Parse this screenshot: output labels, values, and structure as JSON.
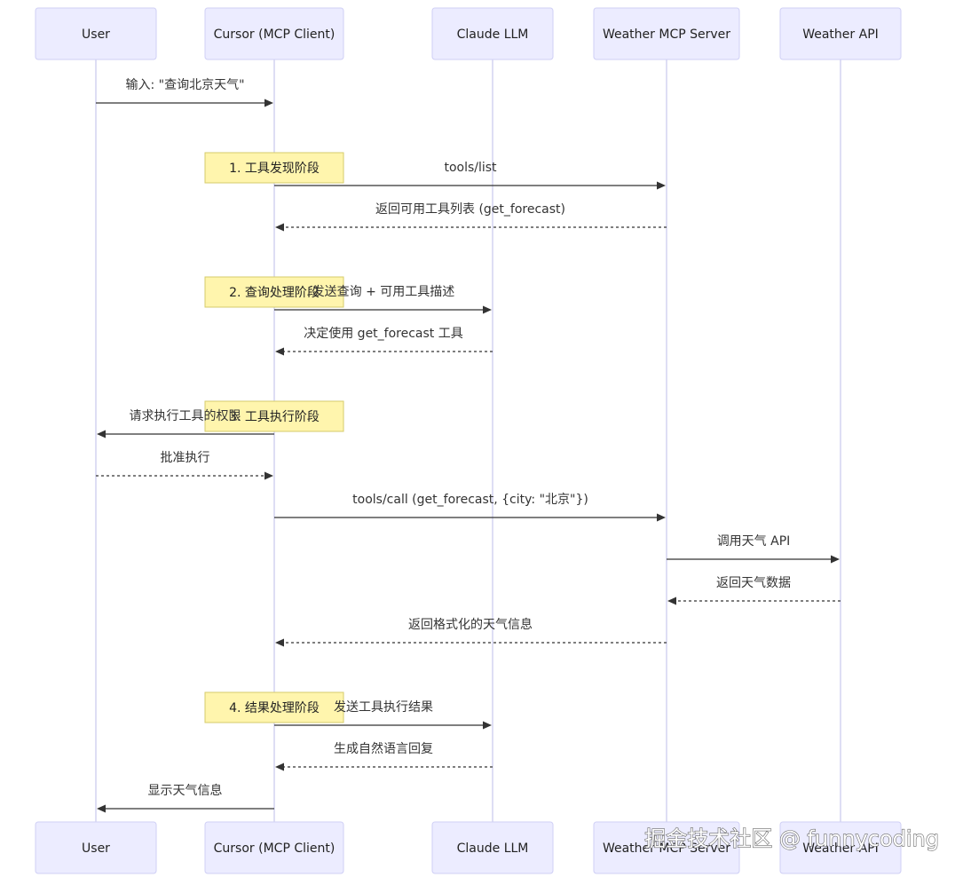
{
  "participants": [
    {
      "id": "user",
      "label": "User"
    },
    {
      "id": "cursor",
      "label": "Cursor (MCP Client)"
    },
    {
      "id": "claude",
      "label": "Claude LLM"
    },
    {
      "id": "server",
      "label": "Weather MCP Server"
    },
    {
      "id": "api",
      "label": "Weather API"
    }
  ],
  "sequence": [
    {
      "kind": "message",
      "from": "user",
      "to": "cursor",
      "style": "solid",
      "label": "输入: \"查询北京天气\""
    },
    {
      "kind": "note",
      "over": "cursor",
      "label": "1. 工具发现阶段"
    },
    {
      "kind": "message",
      "from": "cursor",
      "to": "server",
      "style": "solid",
      "label": "tools/list"
    },
    {
      "kind": "message",
      "from": "server",
      "to": "cursor",
      "style": "dashed",
      "label": "返回可用工具列表 (get_forecast)"
    },
    {
      "kind": "note",
      "over": "cursor",
      "label": "2. 查询处理阶段"
    },
    {
      "kind": "message",
      "from": "cursor",
      "to": "claude",
      "style": "solid",
      "label": "发送查询 + 可用工具描述"
    },
    {
      "kind": "message",
      "from": "claude",
      "to": "cursor",
      "style": "dashed",
      "label": "决定使用 get_forecast 工具"
    },
    {
      "kind": "note",
      "over": "cursor",
      "label": "3. 工具执行阶段"
    },
    {
      "kind": "message",
      "from": "cursor",
      "to": "user",
      "style": "solid",
      "label": "请求执行工具的权限"
    },
    {
      "kind": "message",
      "from": "user",
      "to": "cursor",
      "style": "dashed",
      "label": "批准执行"
    },
    {
      "kind": "message",
      "from": "cursor",
      "to": "server",
      "style": "solid",
      "label": "tools/call (get_forecast, {city: \"北京\"})"
    },
    {
      "kind": "message",
      "from": "server",
      "to": "api",
      "style": "solid",
      "label": "调用天气 API"
    },
    {
      "kind": "message",
      "from": "api",
      "to": "server",
      "style": "dashed",
      "label": "返回天气数据"
    },
    {
      "kind": "message",
      "from": "server",
      "to": "cursor",
      "style": "dashed",
      "label": "返回格式化的天气信息"
    },
    {
      "kind": "note",
      "over": "cursor",
      "label": "4. 结果处理阶段"
    },
    {
      "kind": "message",
      "from": "cursor",
      "to": "claude",
      "style": "solid",
      "label": "发送工具执行结果"
    },
    {
      "kind": "message",
      "from": "claude",
      "to": "cursor",
      "style": "dashed",
      "label": "生成自然语言回复"
    },
    {
      "kind": "message",
      "from": "cursor",
      "to": "user",
      "style": "solid",
      "label": "显示天气信息"
    }
  ],
  "watermark": "掘金技术社区 @ funnycoding",
  "colors": {
    "actor_fill": "#ECECFF",
    "actor_border": "#CFCFF5",
    "lifeline": "#D4D4F0",
    "note_fill": "#FFF5AD",
    "note_border": "#D6CB6B",
    "message_line": "#333333"
  }
}
